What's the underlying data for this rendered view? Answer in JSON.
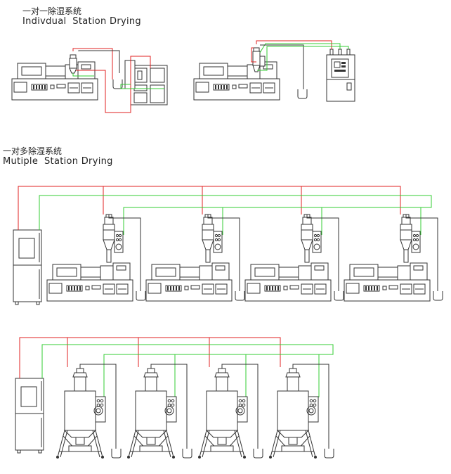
{
  "sections": {
    "individual": {
      "title_cn": "一对一除湿系统",
      "title_en": "Indivdual  Station Drying"
    },
    "multiple": {
      "title_cn": "一对多除湿系统",
      "title_en": "Mutiple  Station Drying"
    }
  },
  "colors": {
    "red_line": "#e02020",
    "green_line": "#33cc33",
    "outline": "#333333"
  }
}
